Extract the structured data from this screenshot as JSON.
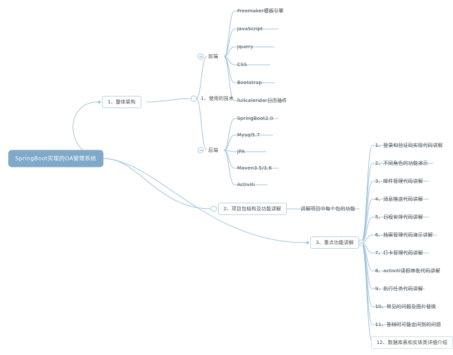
{
  "mindmap": {
    "root": {
      "label": "SpringBoot实现的OA管理系统",
      "color": "#7fa8c9",
      "text_color": "#ffffff"
    },
    "link_color": "#9fc4dd",
    "branches": [
      {
        "label": "1、整体架构",
        "boxed": true,
        "child_group": {
          "label": "1、使用的技术",
          "groups": [
            {
              "label": "前端",
              "toggle": "collapse",
              "items": [
                "Freemaker模板引擎",
                "JavaScript",
                "Jquery",
                "CSS",
                "Bootstrap",
                "fullcalendar日历插件"
              ]
            },
            {
              "label": "后端",
              "toggle": "collapse",
              "items": [
                "SpringBoot2.0",
                "Mysql5.7",
                "JPA",
                "Maven3.5/3.6",
                "Activiti"
              ]
            }
          ]
        }
      },
      {
        "label": "2、项目包结构及功能讲解",
        "boxed": true,
        "note": "讲解项目中每个包的功能"
      },
      {
        "label": "3、重点功能讲解",
        "boxed": true,
        "toggle": "collapse",
        "items": [
          "1、登录和验证码实现代码讲解",
          "2、不同角色的功能演示",
          "3、邮件管理代码讲解",
          "4、消息推送代码讲解",
          "5、日程安排代码讲解",
          "6、档案管理代码演示讲解",
          "7、打卡管理代码讲解",
          "8、activiti请假审批代码讲解",
          "9、执行任务代码讲解",
          "10、常见的问题及图片替换",
          "11、答辩时可能会问到的问题",
          "12、数据库表和实体类详细介绍"
        ],
        "selected_item_index": 11
      }
    ]
  }
}
